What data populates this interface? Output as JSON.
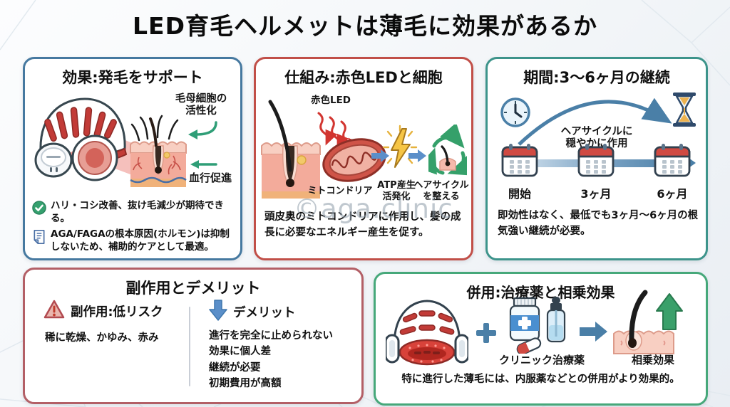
{
  "title": "LED育毛ヘルメットは薄毛に効果があるか",
  "watermark": "©aga.clinic",
  "colors": {
    "effect_border": "#4679a0",
    "mechanism_border": "#c14f48",
    "duration_border": "#3d948b",
    "side_effects_border": "#b35f66",
    "combination_border": "#46a87a",
    "green_accent": "#2f9e77",
    "red_accent": "#d23530",
    "blue_accent": "#4a7fa7"
  },
  "panels": {
    "effect": {
      "heading": "効果:発毛をサポート",
      "label_follicle_line1": "毛母細胞の",
      "label_follicle_line2": "活性化",
      "label_blood": "血行促進",
      "bullet_check": "ハリ・コシ改善、抜け毛減少が期待できる。",
      "bullet_note": "AGA/FAGAの根本原因(ホルモン)は抑制しないため、補助的ケアとして最適。"
    },
    "mechanism": {
      "heading": "仕組み:赤色LEDと細胞",
      "label_led": "赤色LED",
      "label_mitochondria": "ミトコンドリア",
      "label_atp_line1": "ATP産生",
      "label_atp_line2": "活発化",
      "label_cycle_line1": "ヘアサイクル",
      "label_cycle_line2": "を整える",
      "summary": "頭皮奥のミトコンドリアに作用し、髪の成長に必要なエネルギー産生を促す。"
    },
    "duration": {
      "heading": "期間:3〜6ヶ月の継続",
      "arc_label_line1": "ヘアサイクルに",
      "arc_label_line2": "穏やかに作用",
      "milestones": [
        "開始",
        "3ヶ月",
        "6ヶ月"
      ],
      "summary": "即効性はなく、最低でも3ヶ月〜6ヶ月の根気強い継続が必要。"
    },
    "side_effects": {
      "heading": "副作用とデメリット",
      "left_title": "副作用:低リスク",
      "left_text": "稀に乾燥、かゆみ、赤み",
      "right_title": "デメリット",
      "right_items": [
        "進行を完全に止められない",
        "効果に個人差",
        "継続が必要",
        "初期費用が高額"
      ]
    },
    "combination": {
      "heading": "併用:治療薬と相乗効果",
      "label_meds": "クリニック治療薬",
      "label_synergy": "相乗効果",
      "summary": "特に進行した薄毛には、内服薬などとの併用がより効果的。"
    }
  }
}
